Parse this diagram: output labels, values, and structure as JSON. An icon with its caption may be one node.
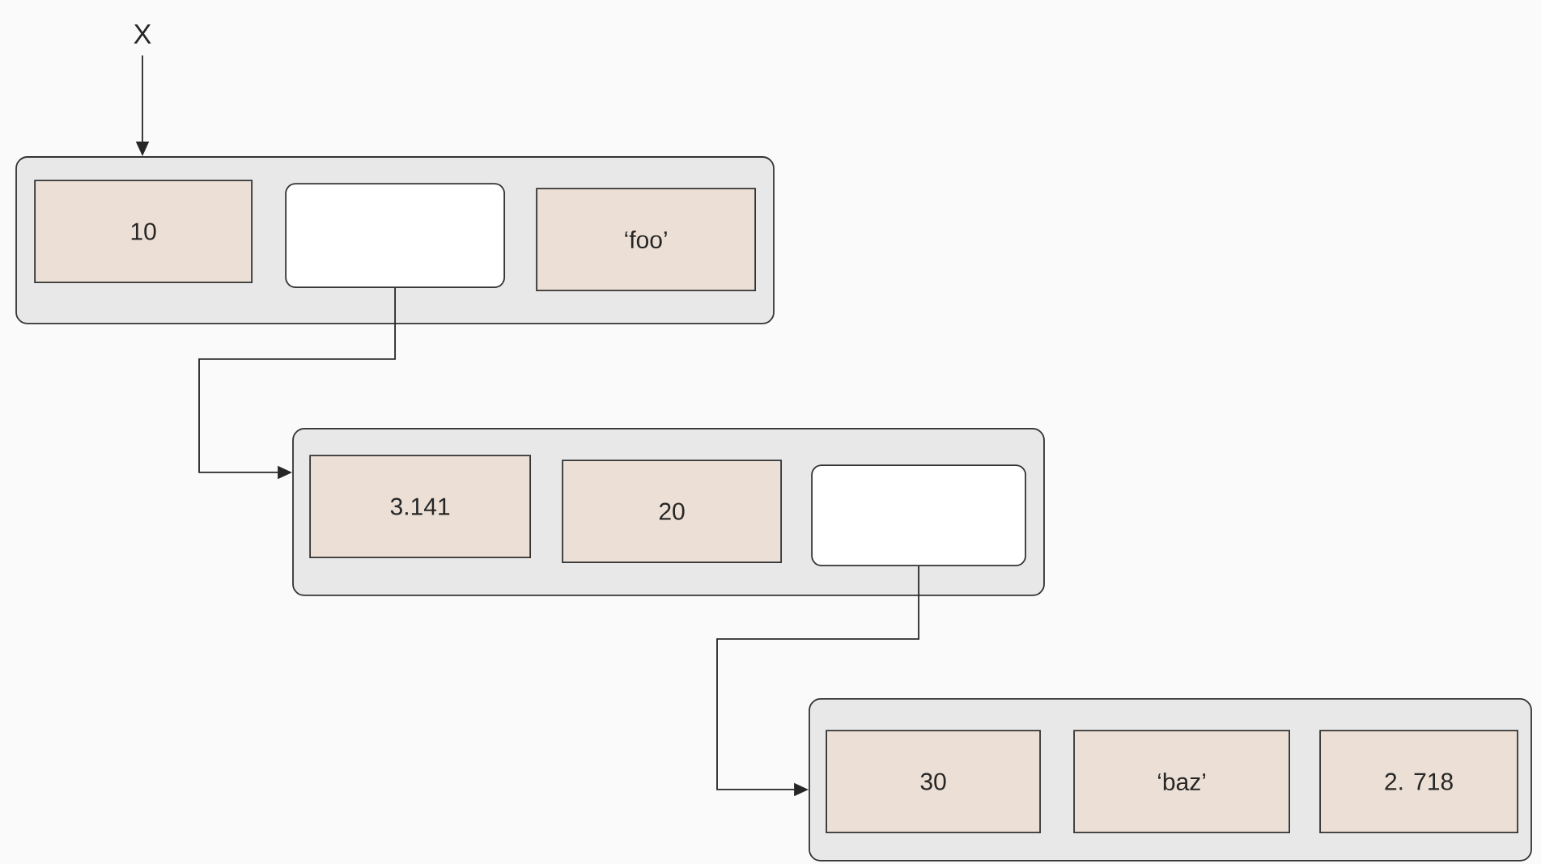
{
  "diagram": {
    "nodes": [
      {
        "text": [
          "X"
        ]
      },
      {
        "text": [],
        "shape": "box"
      },
      {
        "text": [
          "10"
        ],
        "in": 1
      },
      {
        "text": [],
        "shape": "box",
        "in": 1
      },
      {
        "text": [
          "‘foo’"
        ],
        "in": 1
      },
      {
        "text": [],
        "shape": "box"
      },
      {
        "text": [
          "3.141"
        ],
        "in": 5
      },
      {
        "text": [
          "20"
        ],
        "in": 5
      },
      {
        "text": [],
        "shape": "box",
        "in": 5
      },
      {
        "text": [],
        "shape": "box"
      },
      {
        "text": [
          "30"
        ],
        "in": 9
      },
      {
        "text": [
          "‘baz’"
        ],
        "in": 9
      },
      {
        "text": [
          "2. 718"
        ],
        "in": 9
      }
    ],
    "edges": [
      {
        "from": 0,
        "to": 1,
        "arrow": "to"
      },
      {
        "from": 3,
        "to": 5,
        "arrow": "to"
      },
      {
        "from": 8,
        "to": 9,
        "arrow": "to"
      }
    ]
  }
}
